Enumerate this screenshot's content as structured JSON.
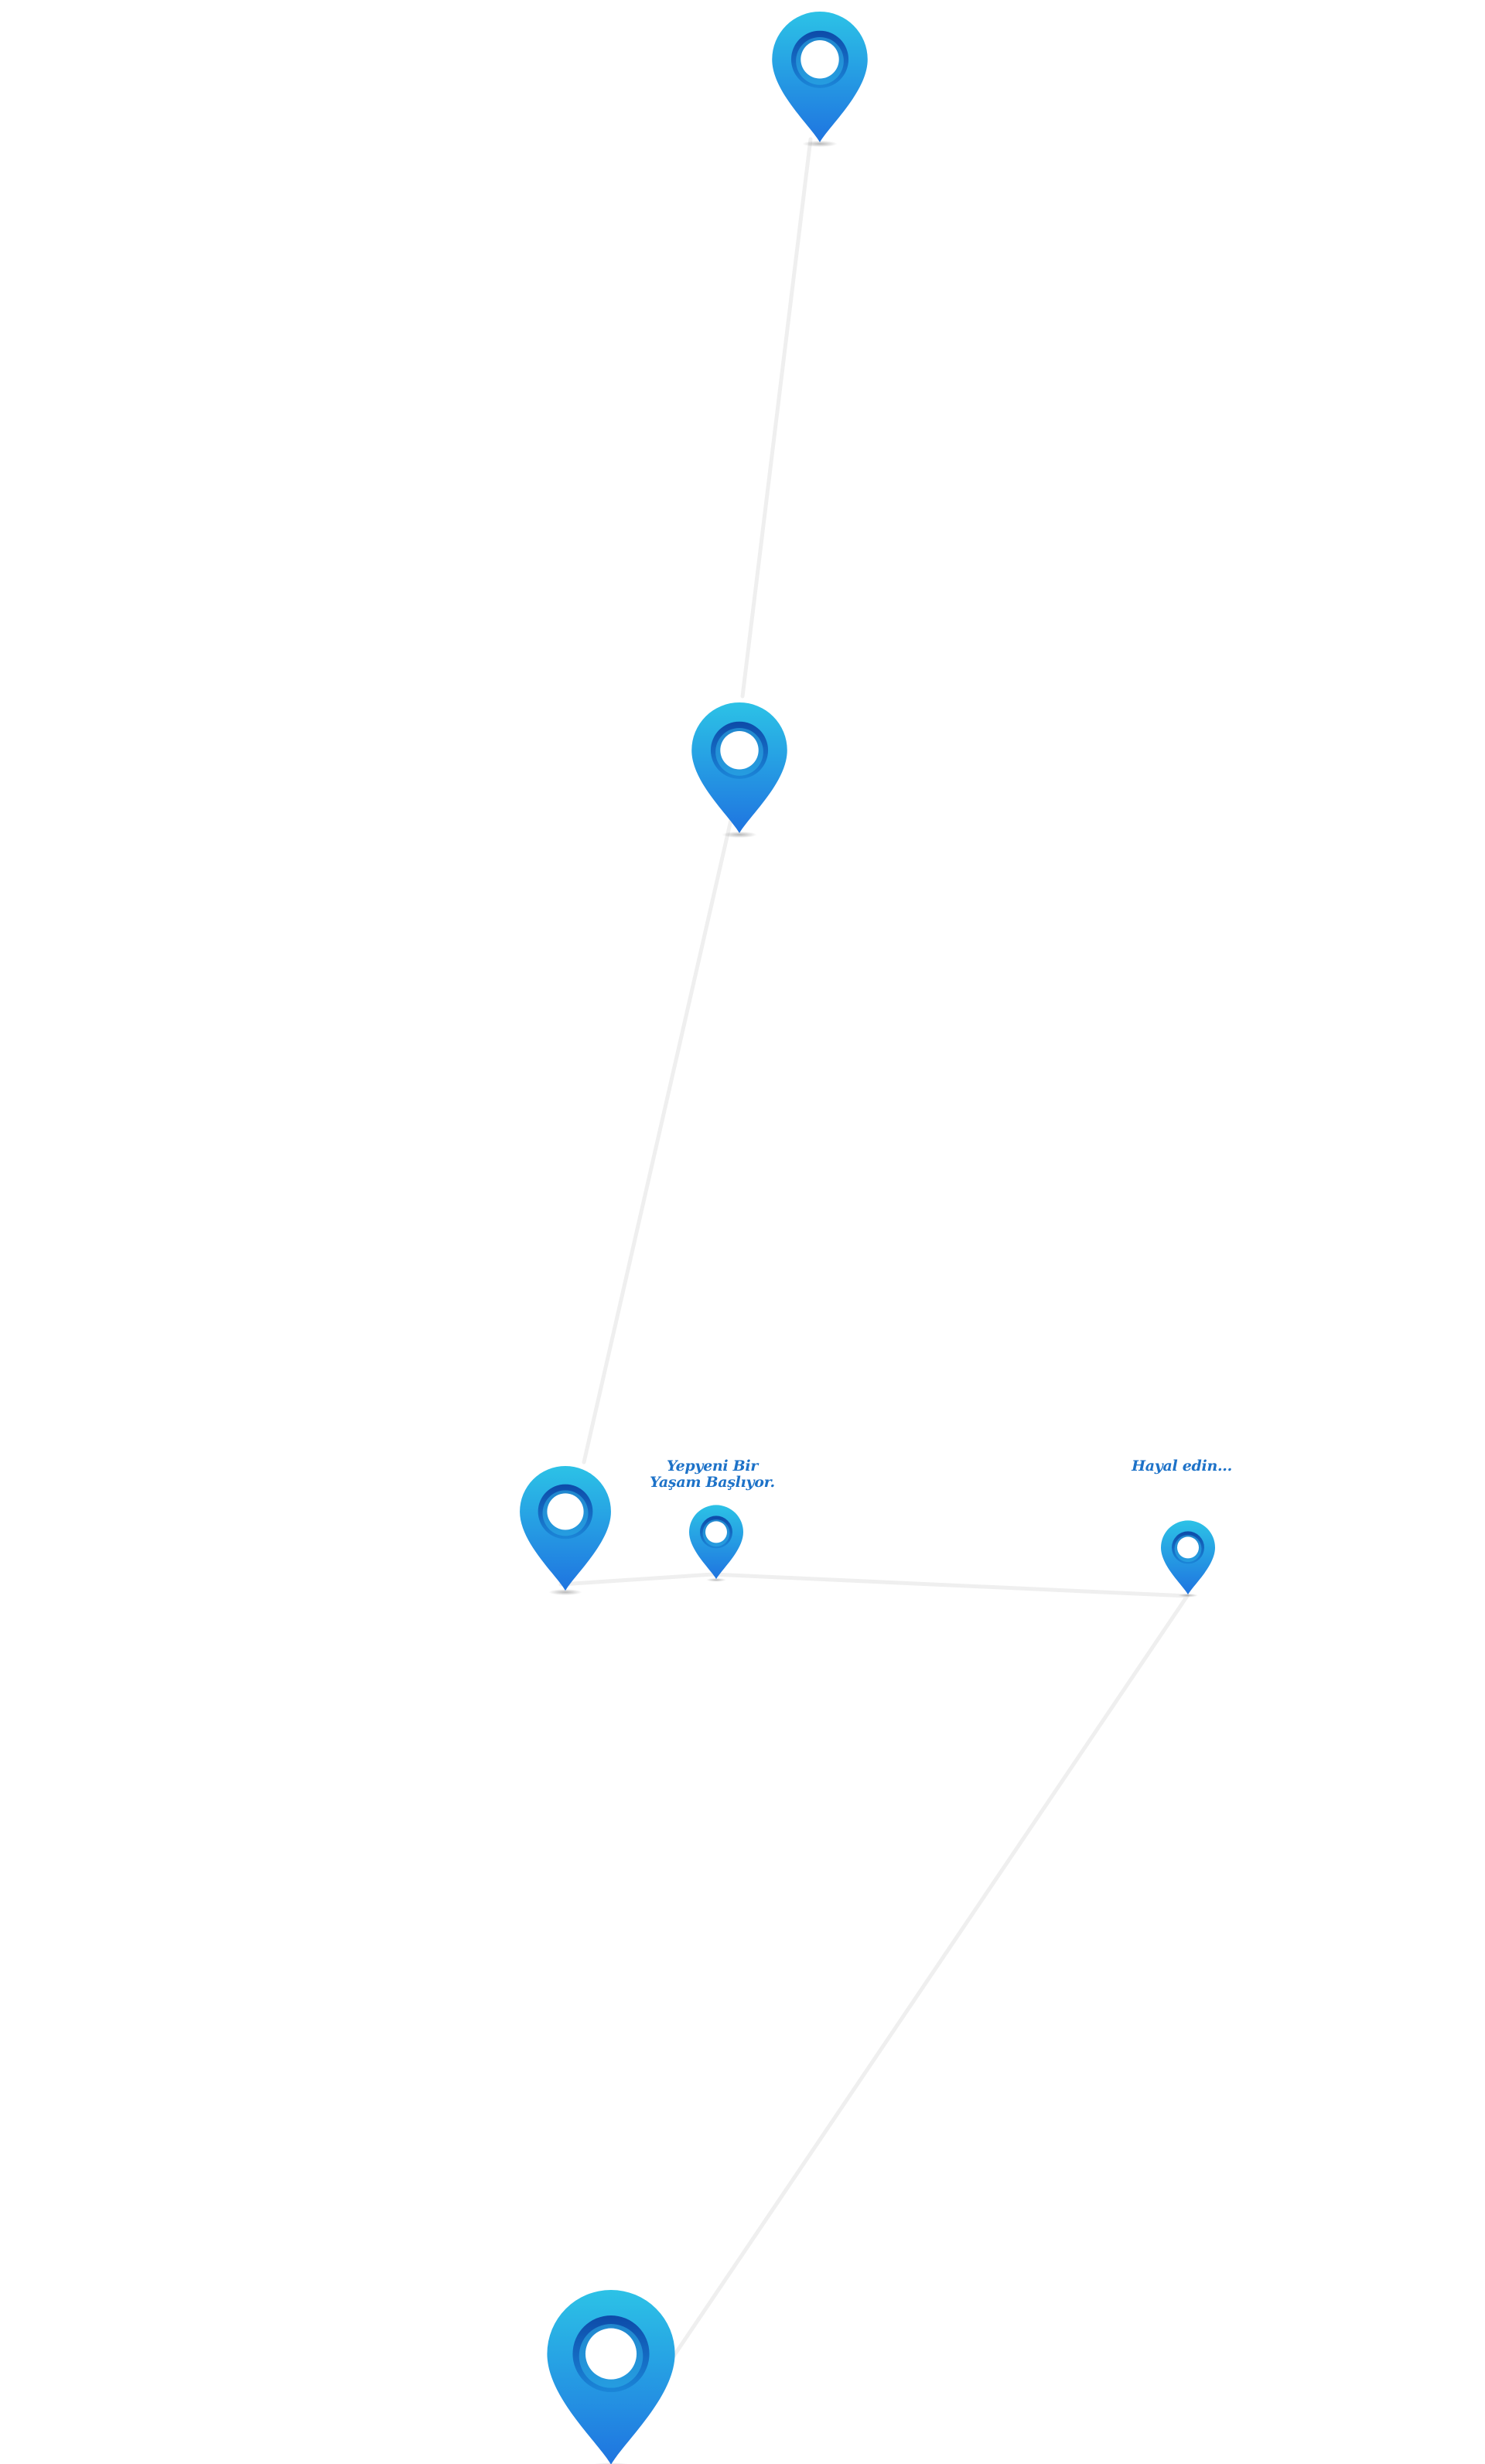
{
  "labels": {
    "yepyeni_line1": "Yepyeni Bir",
    "yepyeni_line2": "Yaşam Başlıyor.",
    "hayal": "Hayal edin..."
  },
  "colors": {
    "pin_top": "#2cc2e6",
    "pin_bottom": "#1f74e0",
    "pin_ring": "#0f52b6",
    "route_line": "#efefef",
    "label_text": "#1d72c8"
  },
  "icons": {
    "pin": "map-marker-icon"
  }
}
